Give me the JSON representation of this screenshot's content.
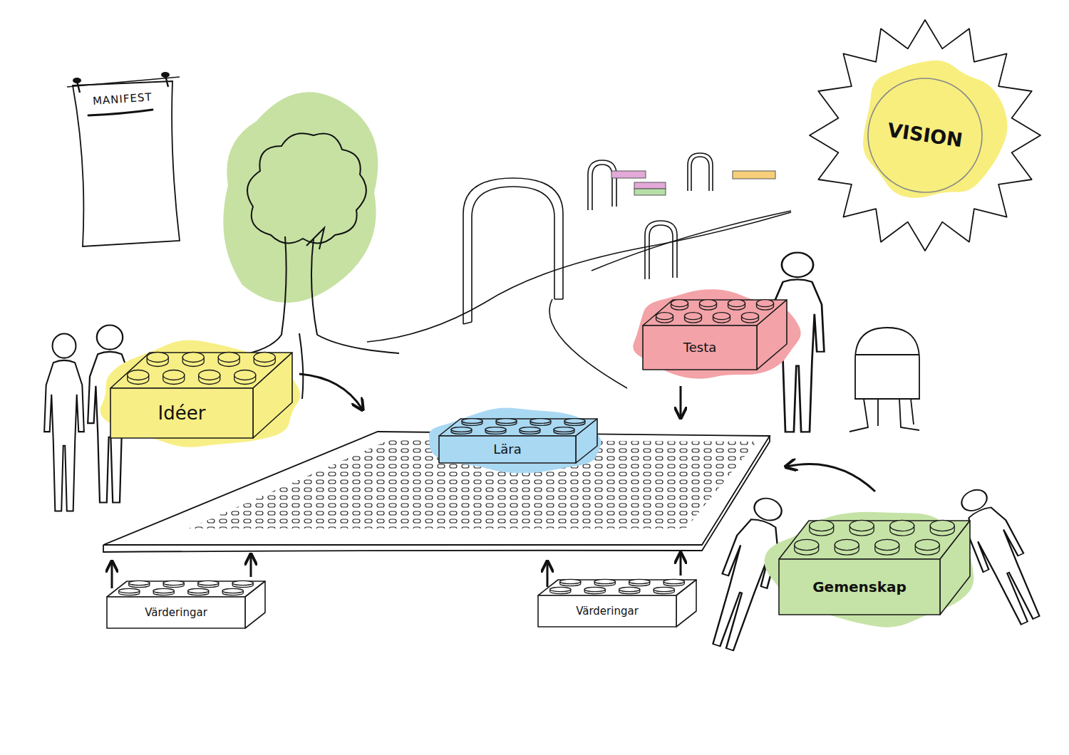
{
  "diagram": {
    "nodes": [
      {
        "text": [
          "MANIFEST"
        ]
      },
      {
        "text": [
          "VISION"
        ]
      },
      {
        "text": [
          "Testa"
        ]
      },
      {
        "text": [
          "Idéer"
        ]
      },
      {
        "text": [
          "Lära"
        ]
      },
      {
        "text": [
          "Gemenskap"
        ]
      },
      {
        "text": [
          "Värderingar"
        ]
      },
      {
        "text": [
          "Värderingar"
        ]
      }
    ]
  }
}
